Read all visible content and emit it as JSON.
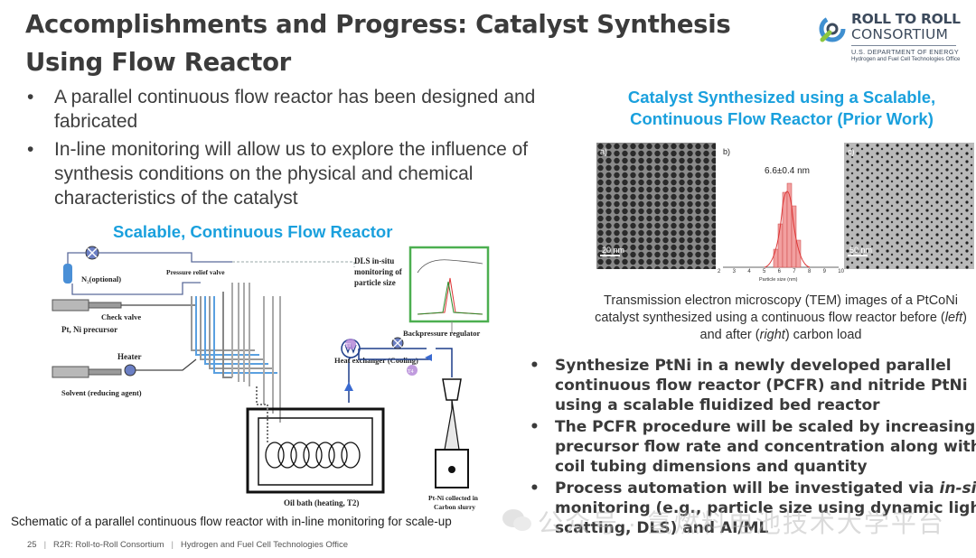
{
  "slide": {
    "title": "Accomplishments and Progress: Catalyst Synthesis Using Flow Reactor",
    "logo": {
      "line1": "ROLL TO ROLL",
      "line2": "CONSORTIUM",
      "line3": "U.S. DEPARTMENT OF ENERGY",
      "line4": "Hydrogen and Fuel Cell Technologies Office"
    },
    "left_bullets": [
      "A parallel continuous flow reactor has been designed and fabricated",
      "In-line monitoring will allow us to explore the influence of synthesis conditions on the physical and chemical characteristics of the catalyst"
    ],
    "schematic_title": "Scalable, Continuous Flow Reactor",
    "schematic_caption": "Schematic of a parallel continuous flow reactor with in-line monitoring for scale-up",
    "schematic_labels": {
      "n2": "N₂(optional)",
      "pressure_relief": "Pressure relief valve",
      "check_valve": "Check valve",
      "precursor": "Pt, Ni precursor",
      "heater": "Heater",
      "solvent": "Solvent (reducing agent)",
      "dls": "DLS in-situ monitoring of particle size",
      "backpressure": "Backpressure regulator",
      "heat_exchanger": "Heat exchanger (Cooling)",
      "oil_bath": "Oil bath (heating, T2)",
      "collected": "Pt-Ni collected in Carbon slurry",
      "t1": "T1",
      "t4": "T4"
    },
    "right_title": "Catalyst Synthesized using a Scalable, Continuous Flow Reactor (Prior Work)",
    "tem_labels": {
      "a": "a)",
      "b": "b)",
      "c": "c)",
      "size": "6.6±0.4 nm",
      "scale_a": "20 nm",
      "scale_c": "50 nm",
      "xaxis": "Particle size (nm)",
      "ticks": [
        "2",
        "3",
        "4",
        "5",
        "6",
        "7",
        "8",
        "9",
        "10"
      ]
    },
    "tem_caption_1": "Transmission electron microscopy (TEM) images of a PtCoNi catalyst synthesized using a continuous flow reactor before (",
    "tem_caption_left": "left",
    "tem_caption_2": ") and after (",
    "tem_caption_right": "right",
    "tem_caption_3": ") carbon load",
    "right_bullets": {
      "b1": [
        "Synthesize PtNi in a newly developed parallel",
        "continuous flow reactor (PCFR) and nitride PtNi",
        "using a scalable fluidized bed reactor"
      ],
      "b2": [
        "The PCFR procedure will be scaled by increasing",
        "precursor flow rate and concentration along with",
        "coil tubing dimensions and quantity"
      ],
      "b3_pre": "Process automation will be investigated via ",
      "b3_em": "in-situ",
      "b3_rest": [
        "monitoring (e.g., particle size using dynamic light",
        "scatting, DLS) and AI/ML"
      ]
    },
    "footer": {
      "page": "25",
      "org": "R2R: Roll-to-Roll Consortium",
      "office": "Hydrogen and Fuel Cell Technologies Office"
    },
    "watermark": "公众号 · 氢燃料电池技术大学平台"
  }
}
